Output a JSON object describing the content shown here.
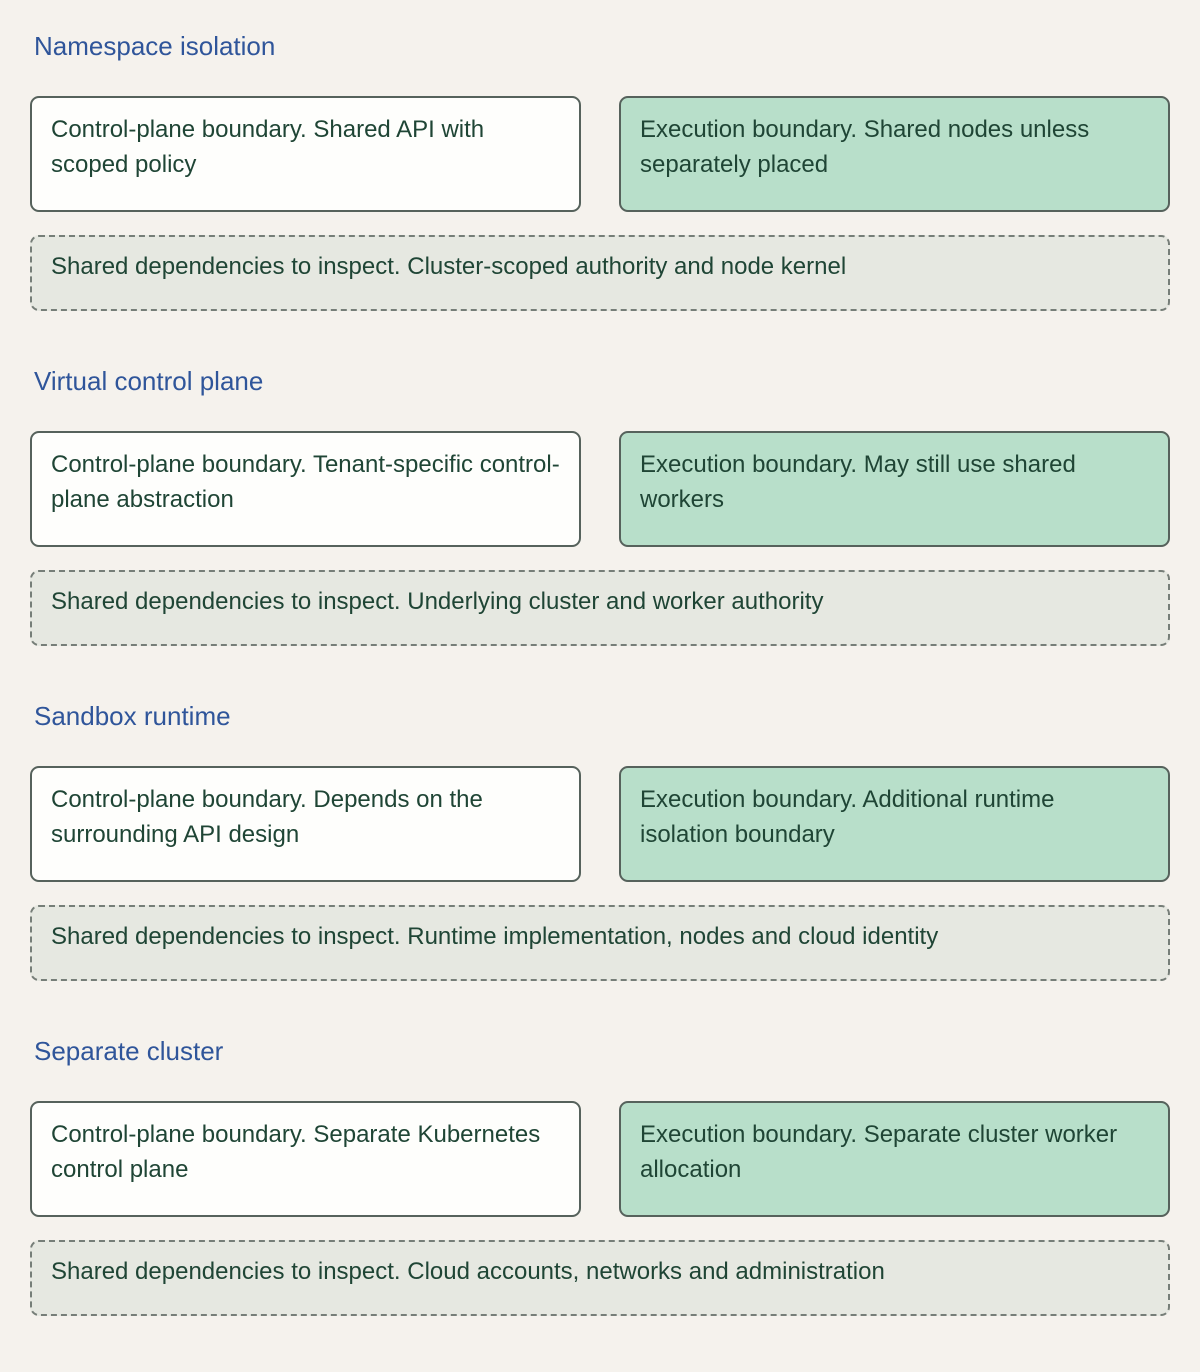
{
  "sections": [
    {
      "title": "Namespace isolation",
      "control": "Control-plane boundary. Shared API with scoped policy",
      "execution": "Execution boundary. Shared nodes unless separately placed",
      "shared": "Shared dependencies to inspect. Cluster-scoped authority and node kernel"
    },
    {
      "title": "Virtual control plane",
      "control": "Control-plane boundary. Tenant-specific control-plane abstraction",
      "execution": "Execution boundary. May still use shared workers",
      "shared": "Shared dependencies to inspect. Underlying cluster and worker authority"
    },
    {
      "title": "Sandbox runtime",
      "control": "Control-plane boundary. Depends on the surrounding API design",
      "execution": "Execution boundary. Additional runtime isolation boundary",
      "shared": "Shared dependencies to inspect. Runtime implementation, nodes and cloud identity"
    },
    {
      "title": "Separate cluster",
      "control": "Control-plane boundary. Separate Kubernetes control plane",
      "execution": "Execution boundary. Separate cluster worker allocation",
      "shared": "Shared dependencies to inspect. Cloud accounts, networks and administration"
    }
  ],
  "colors": {
    "title": "#2f559a",
    "text": "#1f4535",
    "background": "#f5f2ed",
    "control_fill": "#fefefc",
    "execution_fill": "#b8dfca",
    "shared_fill": "#e6e8e1",
    "border": "#56625c"
  }
}
